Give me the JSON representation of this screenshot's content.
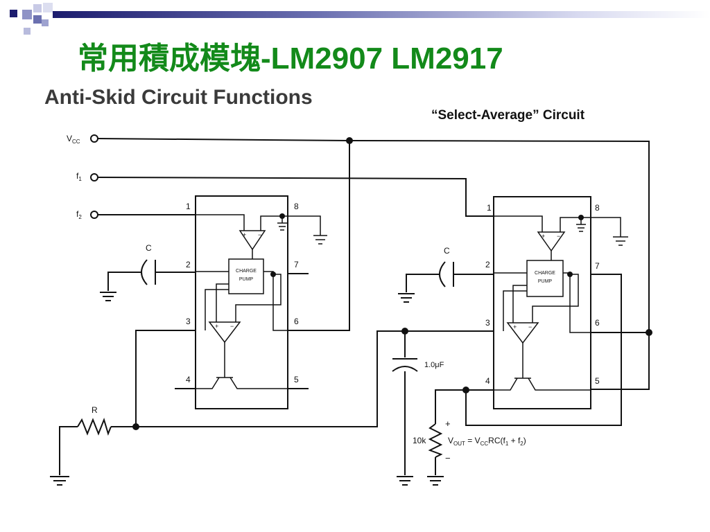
{
  "slide": {
    "title": "常用積成模塊-LM2907 LM2917",
    "figure_title": "Anti-Skid Circuit Functions",
    "subtitle": "“Select-Average” Circuit"
  },
  "inputs": {
    "vcc": "V",
    "vcc_sub": "CC",
    "f1": "f",
    "f1_sub": "1",
    "f2": "f",
    "f2_sub": "2"
  },
  "chip": {
    "block_line1": "CHARGE",
    "block_line2": "PUMP",
    "pins": [
      "1",
      "2",
      "3",
      "4",
      "5",
      "6",
      "7",
      "8"
    ]
  },
  "components": {
    "capacitor": "C",
    "resistor": "R",
    "output_cap": "1.0μF",
    "load_resistor": "10k",
    "plus": "+",
    "minus": "−"
  },
  "output": {
    "v": "V",
    "v_sub": "OUT",
    "eq": " = V",
    "eq_sub": "CC",
    "formula": "RC(f",
    "f1_sub": "1",
    "plus": " + f",
    "f2_sub": "2",
    "close": ")"
  },
  "colors": {
    "title": "#138a1a",
    "figure_title": "#3a3a3a",
    "wire": "#111111",
    "deco_navy": "#1c1c6e"
  }
}
